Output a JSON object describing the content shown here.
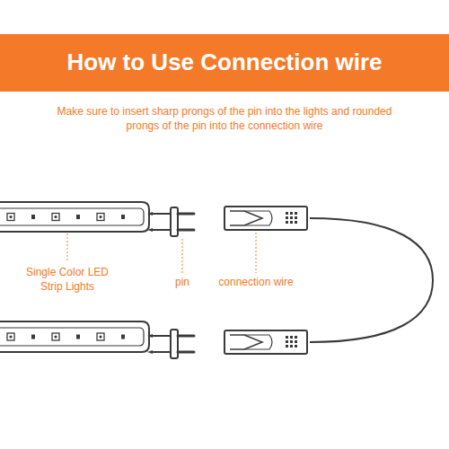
{
  "diagram": {
    "title": "How to Use Connection wire",
    "labels": [
      "Make sure to insert sharp prongs of the pin into the lights and rounded prongs of the pin into the connection wire",
      "Single Color LED Strip Lights",
      "pin",
      "connection wire"
    ]
  }
}
